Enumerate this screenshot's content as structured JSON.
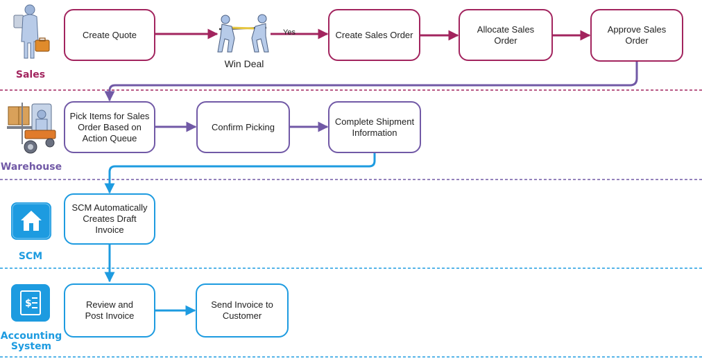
{
  "lanes": {
    "sales": {
      "label": "Sales",
      "color": "#a2245e"
    },
    "warehouse": {
      "label": "Warehouse",
      "color": "#7159a6"
    },
    "scm": {
      "label": "SCM",
      "color": "#1d9be0"
    },
    "accounting": {
      "label": "Accounting System",
      "color": "#1d9be0"
    }
  },
  "steps": {
    "create_quote": "Create Quote",
    "win_deal": "Win Deal",
    "yes": "Yes",
    "create_sales_order": "Create Sales Order",
    "allocate_sales_order": "Allocate Sales Order",
    "approve_sales_order": "Approve Sales Order",
    "pick_items": "Pick Items for Sales Order Based on Action Queue",
    "confirm_picking": "Confirm Picking",
    "complete_shipment": "Complete Shipment Information",
    "scm_draft_invoice": "SCM Automatically Creates Draft Invoice",
    "review_post_invoice": "Review and Post Invoice",
    "send_invoice": "Send Invoice to Customer"
  },
  "colors": {
    "sales_line": "#a2245e",
    "warehouse_line": "#7159a6",
    "blue_line": "#1d9be0"
  },
  "icons": {
    "sales": "salesperson-icon",
    "win_deal": "tug-of-war-icon",
    "warehouse": "forklift-icon",
    "scm": "scm-house-icon",
    "accounting": "invoice-icon"
  }
}
